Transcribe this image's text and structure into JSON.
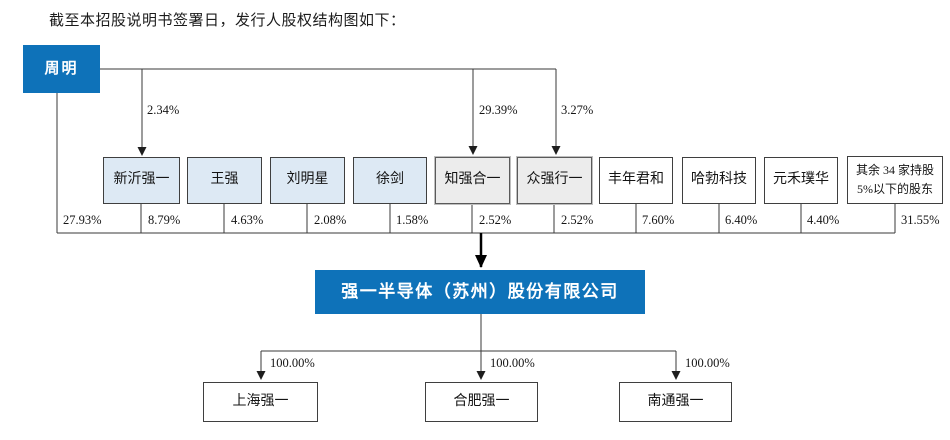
{
  "page": {
    "caption": "截至本招股说明书签署日，发行人股权结构图如下："
  },
  "colors": {
    "primary_blue": "#0e72b9",
    "light_blue": "#dde9f4",
    "light_gray": "#ececec"
  },
  "founder": {
    "name": "周明",
    "direct_percent": "27.93%"
  },
  "founder_links": [
    {
      "target": "新沂强一",
      "percent": "2.34%"
    },
    {
      "target": "知强合一",
      "percent": "29.39%"
    },
    {
      "target": "众强行一",
      "percent": "3.27%"
    }
  ],
  "shareholders": [
    {
      "name": "新沂强一",
      "percent": "8.79%"
    },
    {
      "name": "王强",
      "percent": "4.63%"
    },
    {
      "name": "刘明星",
      "percent": "2.08%"
    },
    {
      "name": "徐剑",
      "percent": "1.58%"
    },
    {
      "name": "知强合一",
      "percent": "2.52%"
    },
    {
      "name": "众强行一",
      "percent": "2.52%"
    },
    {
      "name": "丰年君和",
      "percent": "7.60%"
    },
    {
      "name": "哈勃科技",
      "percent": "6.40%"
    },
    {
      "name": "元禾璞华",
      "percent": "4.40%"
    },
    {
      "name_line1": "其余 34 家持股",
      "name_line2": "5%以下的股东",
      "percent": "31.55%"
    }
  ],
  "company": {
    "name": "强一半导体（苏州）股份有限公司"
  },
  "subsidiaries": [
    {
      "name": "上海强一",
      "percent": "100.00%"
    },
    {
      "name": "合肥强一",
      "percent": "100.00%"
    },
    {
      "name": "南通强一",
      "percent": "100.00%"
    }
  ]
}
